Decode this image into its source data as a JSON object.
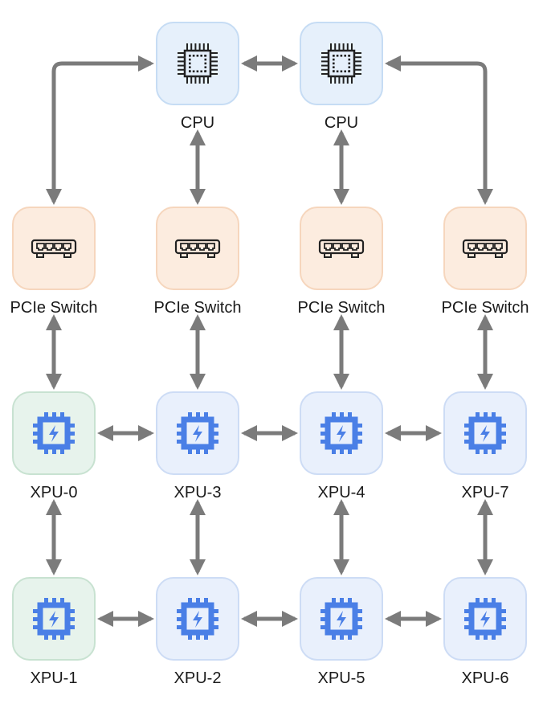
{
  "diagram": {
    "title": "",
    "colors": {
      "arrow": "#7b7b7b",
      "cpu_fill": "#e6f0fb",
      "pcie_fill": "#fcecdf",
      "xpu_fill": "#e9f0fc",
      "xpu_green_fill": "#e7f3ec",
      "xpu_icon": "#4a7fe6",
      "icon_dark": "#222222"
    },
    "nodes": [
      {
        "id": "cpu0",
        "label": "CPU",
        "type": "cpu",
        "icon": "cpu-chip-icon"
      },
      {
        "id": "cpu1",
        "label": "CPU",
        "type": "cpu",
        "icon": "cpu-chip-icon"
      },
      {
        "id": "sw0",
        "label": "PCIe Switch",
        "type": "pcie",
        "icon": "network-switch-icon"
      },
      {
        "id": "sw1",
        "label": "PCIe Switch",
        "type": "pcie",
        "icon": "network-switch-icon"
      },
      {
        "id": "sw2",
        "label": "PCIe Switch",
        "type": "pcie",
        "icon": "network-switch-icon"
      },
      {
        "id": "sw3",
        "label": "PCIe Switch",
        "type": "pcie",
        "icon": "network-switch-icon"
      },
      {
        "id": "xpu0",
        "label": "XPU-0",
        "type": "xpu-green",
        "icon": "accelerator-chip-icon"
      },
      {
        "id": "xpu3",
        "label": "XPU-3",
        "type": "xpu",
        "icon": "accelerator-chip-icon"
      },
      {
        "id": "xpu4",
        "label": "XPU-4",
        "type": "xpu",
        "icon": "accelerator-chip-icon"
      },
      {
        "id": "xpu7",
        "label": "XPU-7",
        "type": "xpu",
        "icon": "accelerator-chip-icon"
      },
      {
        "id": "xpu1",
        "label": "XPU-1",
        "type": "xpu-green",
        "icon": "accelerator-chip-icon"
      },
      {
        "id": "xpu2",
        "label": "XPU-2",
        "type": "xpu",
        "icon": "accelerator-chip-icon"
      },
      {
        "id": "xpu5",
        "label": "XPU-5",
        "type": "xpu",
        "icon": "accelerator-chip-icon"
      },
      {
        "id": "xpu6",
        "label": "XPU-6",
        "type": "xpu",
        "icon": "accelerator-chip-icon"
      }
    ],
    "edges": [
      {
        "from": "cpu0",
        "to": "cpu1",
        "bidirectional": true
      },
      {
        "from": "cpu0",
        "to": "sw0",
        "bidirectional": true,
        "routed": "elbow"
      },
      {
        "from": "cpu0",
        "to": "sw1",
        "bidirectional": true
      },
      {
        "from": "cpu1",
        "to": "sw2",
        "bidirectional": true
      },
      {
        "from": "cpu1",
        "to": "sw3",
        "bidirectional": true,
        "routed": "elbow"
      },
      {
        "from": "sw0",
        "to": "xpu0",
        "bidirectional": true
      },
      {
        "from": "sw1",
        "to": "xpu3",
        "bidirectional": true
      },
      {
        "from": "sw2",
        "to": "xpu4",
        "bidirectional": true
      },
      {
        "from": "sw3",
        "to": "xpu7",
        "bidirectional": true
      },
      {
        "from": "xpu0",
        "to": "xpu3",
        "bidirectional": true
      },
      {
        "from": "xpu3",
        "to": "xpu4",
        "bidirectional": true
      },
      {
        "from": "xpu4",
        "to": "xpu7",
        "bidirectional": true
      },
      {
        "from": "xpu0",
        "to": "xpu1",
        "bidirectional": true
      },
      {
        "from": "xpu3",
        "to": "xpu2",
        "bidirectional": true
      },
      {
        "from": "xpu4",
        "to": "xpu5",
        "bidirectional": true
      },
      {
        "from": "xpu7",
        "to": "xpu6",
        "bidirectional": true
      },
      {
        "from": "xpu1",
        "to": "xpu2",
        "bidirectional": true
      },
      {
        "from": "xpu2",
        "to": "xpu5",
        "bidirectional": true
      },
      {
        "from": "xpu5",
        "to": "xpu6",
        "bidirectional": true
      }
    ]
  }
}
